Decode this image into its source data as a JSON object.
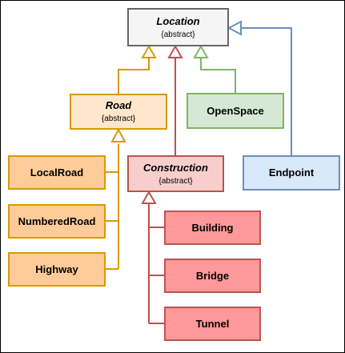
{
  "nodes": {
    "location": {
      "name": "Location",
      "stereotype": "{abstract}"
    },
    "road": {
      "name": "Road",
      "stereotype": "{abstract}"
    },
    "open_space": {
      "name": "OpenSpace"
    },
    "construction": {
      "name": "Construction",
      "stereotype": "{abstract}"
    },
    "endpoint": {
      "name": "Endpoint"
    },
    "local_road": {
      "name": "LocalRoad"
    },
    "numbered_road": {
      "name": "NumberedRoad"
    },
    "highway": {
      "name": "Highway"
    },
    "building": {
      "name": "Building"
    },
    "bridge": {
      "name": "Bridge"
    },
    "tunnel": {
      "name": "Tunnel"
    }
  },
  "relations": [
    {
      "from": "Road",
      "to": "Location",
      "type": "inheritance"
    },
    {
      "from": "Construction",
      "to": "Location",
      "type": "inheritance"
    },
    {
      "from": "OpenSpace",
      "to": "Location",
      "type": "inheritance"
    },
    {
      "from": "Endpoint",
      "to": "Location",
      "type": "inheritance"
    },
    {
      "from": "LocalRoad",
      "to": "Road",
      "type": "inheritance"
    },
    {
      "from": "NumberedRoad",
      "to": "Road",
      "type": "inheritance"
    },
    {
      "from": "Highway",
      "to": "Road",
      "type": "inheritance"
    },
    {
      "from": "Building",
      "to": "Construction",
      "type": "inheritance"
    },
    {
      "from": "Bridge",
      "to": "Construction",
      "type": "inheritance"
    },
    {
      "from": "Tunnel",
      "to": "Construction",
      "type": "inheritance"
    }
  ],
  "colors": {
    "abstract_root": "#666666",
    "road_family": "#d79b00",
    "open_space": "#82b366",
    "construction_family": "#b85450",
    "endpoint": "#6c8ebf"
  }
}
